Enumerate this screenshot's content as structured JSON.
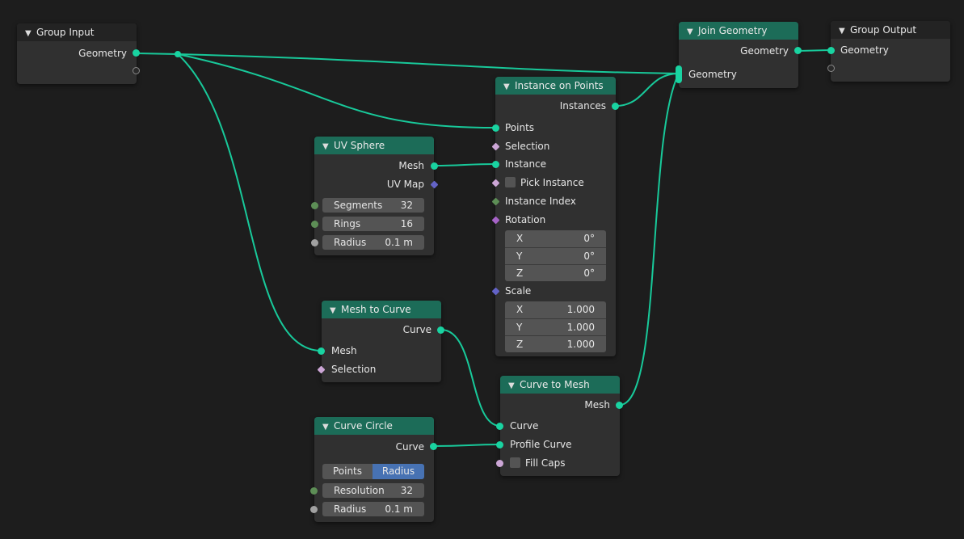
{
  "nodes": {
    "group_input": {
      "title": "Group Input",
      "out_geometry": "Geometry"
    },
    "join_geometry": {
      "title": "Join Geometry",
      "out_geometry": "Geometry",
      "in_geometry": "Geometry"
    },
    "group_output": {
      "title": "Group Output",
      "in_geometry": "Geometry"
    },
    "instance_on_points": {
      "title": "Instance on Points",
      "out_instances": "Instances",
      "in_points": "Points",
      "in_selection": "Selection",
      "in_instance": "Instance",
      "pick_instance": "Pick Instance",
      "instance_index": "Instance Index",
      "rotation": "Rotation",
      "rotation_values": [
        {
          "axis": "X",
          "value": "0°"
        },
        {
          "axis": "Y",
          "value": "0°"
        },
        {
          "axis": "Z",
          "value": "0°"
        }
      ],
      "scale": "Scale",
      "scale_values": [
        {
          "axis": "X",
          "value": "1.000"
        },
        {
          "axis": "Y",
          "value": "1.000"
        },
        {
          "axis": "Z",
          "value": "1.000"
        }
      ]
    },
    "uv_sphere": {
      "title": "UV Sphere",
      "out_mesh": "Mesh",
      "out_uvmap": "UV Map",
      "segments": {
        "label": "Segments",
        "value": "32"
      },
      "rings": {
        "label": "Rings",
        "value": "16"
      },
      "radius": {
        "label": "Radius",
        "value": "0.1 m"
      }
    },
    "mesh_to_curve": {
      "title": "Mesh to Curve",
      "out_curve": "Curve",
      "in_mesh": "Mesh",
      "in_selection": "Selection"
    },
    "curve_to_mesh": {
      "title": "Curve to Mesh",
      "out_mesh": "Mesh",
      "in_curve": "Curve",
      "in_profile": "Profile Curve",
      "fill_caps": "Fill Caps"
    },
    "curve_circle": {
      "title": "Curve Circle",
      "out_curve": "Curve",
      "mode_points": "Points",
      "mode_radius": "Radius",
      "resolution": {
        "label": "Resolution",
        "value": "32"
      },
      "radius": {
        "label": "Radius",
        "value": "0.1 m"
      }
    }
  },
  "colors": {
    "background": "#1d1d1d",
    "node_body": "#303030",
    "geometry_header": "#1c6c58",
    "input_output_header": "#232323",
    "geometry_socket": "#19d3a1",
    "field_bg": "#545454",
    "selected_mode": "#4772b3"
  },
  "icons": {
    "collapse": "chevron-down-icon"
  }
}
